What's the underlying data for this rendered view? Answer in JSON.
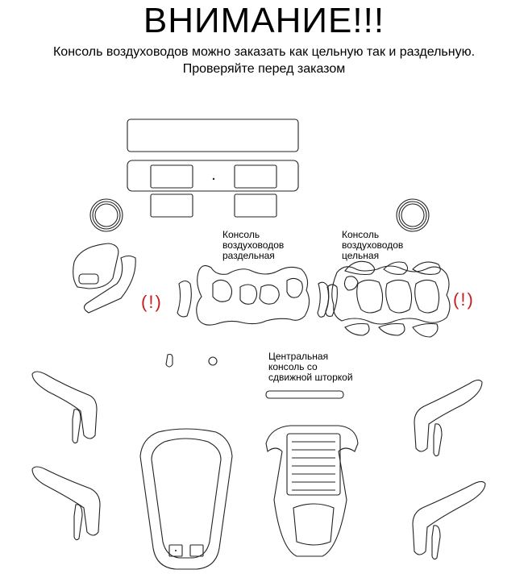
{
  "header": {
    "title": "ВНИМАНИЕ!!!",
    "line1": "Консоль воздуховодов можно заказать как цельную так и раздельную.",
    "line2": "Проверяйте перед заказом"
  },
  "labels": {
    "split_console": "Консоль\nвоздуховодов\nраздельная",
    "solid_console": "Консоль\nвоздуховодов\nцельная",
    "center_console": "Центральная\nконсоль со\nсдвижной шторкой"
  },
  "warnings": {
    "left": "(!)",
    "right": "(!)"
  },
  "colors": {
    "warning": "#c41e1e",
    "outline": "#222222"
  }
}
